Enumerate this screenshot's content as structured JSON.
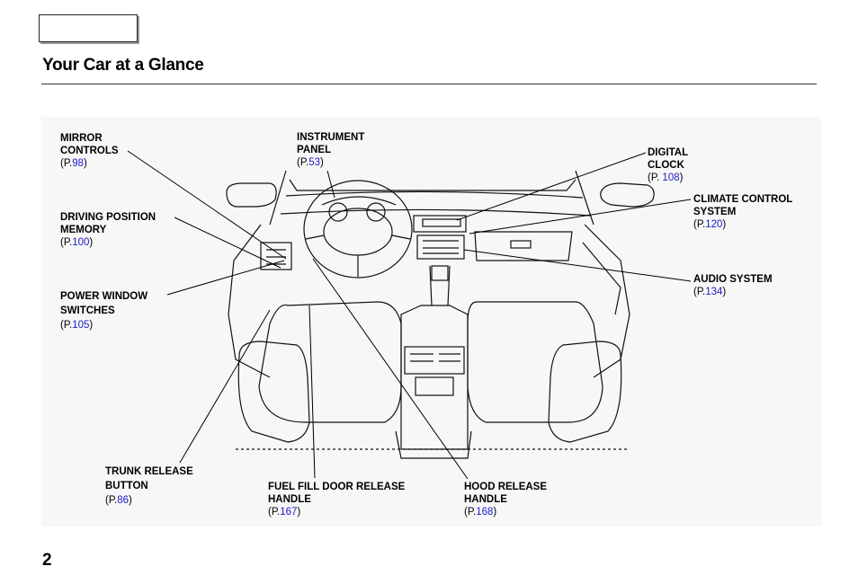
{
  "header": {
    "title": "Your Car at a Glance"
  },
  "labels": {
    "mirror": {
      "line1": "MIRROR",
      "line2": "CONTROLS",
      "ref_prefix": "(P.",
      "ref_page": "98",
      "ref_suffix": ")"
    },
    "instrument": {
      "line1": "INSTRUMENT",
      "line2": "PANEL",
      "ref_prefix": "(P.",
      "ref_page": "53",
      "ref_suffix": ")"
    },
    "clock": {
      "line1": "DIGITAL",
      "line2": "CLOCK",
      "ref_prefix": "(P. ",
      "ref_page": "108",
      "ref_suffix": ")"
    },
    "climate": {
      "line1": "CLIMATE CONTROL",
      "line2": "SYSTEM",
      "ref_prefix": "(P.",
      "ref_page": "120",
      "ref_suffix": ")"
    },
    "driving": {
      "line1": "DRIVING POSITION",
      "line2": "MEMORY",
      "ref_prefix": "(P.",
      "ref_page": "100",
      "ref_suffix": ")"
    },
    "audio": {
      "line1": "AUDIO SYSTEM",
      "ref_prefix": "(P.",
      "ref_page": "134",
      "ref_suffix": ")"
    },
    "window": {
      "line1": "POWER WINDOW",
      "line2": "SWITCHES",
      "ref_prefix": "(P.",
      "ref_page": "105",
      "ref_suffix": ")"
    },
    "trunk": {
      "line1": "TRUNK RELEASE",
      "line2": "BUTTON",
      "ref_prefix": "(P.",
      "ref_page": "86",
      "ref_suffix": ")"
    },
    "fuel": {
      "line1": "FUEL FILL DOOR RELEASE",
      "line2": "HANDLE",
      "ref_prefix": "(P.",
      "ref_page": "167",
      "ref_suffix": ")"
    },
    "hood": {
      "line1": "HOOD RELEASE",
      "line2": "HANDLE",
      "ref_prefix": "(P.",
      "ref_page": "168",
      "ref_suffix": ")"
    }
  },
  "footer": {
    "page_number": "2"
  },
  "colors": {
    "link": "#1a1acc",
    "ink": "#000000",
    "figure_bg": "#f7f7f7"
  }
}
